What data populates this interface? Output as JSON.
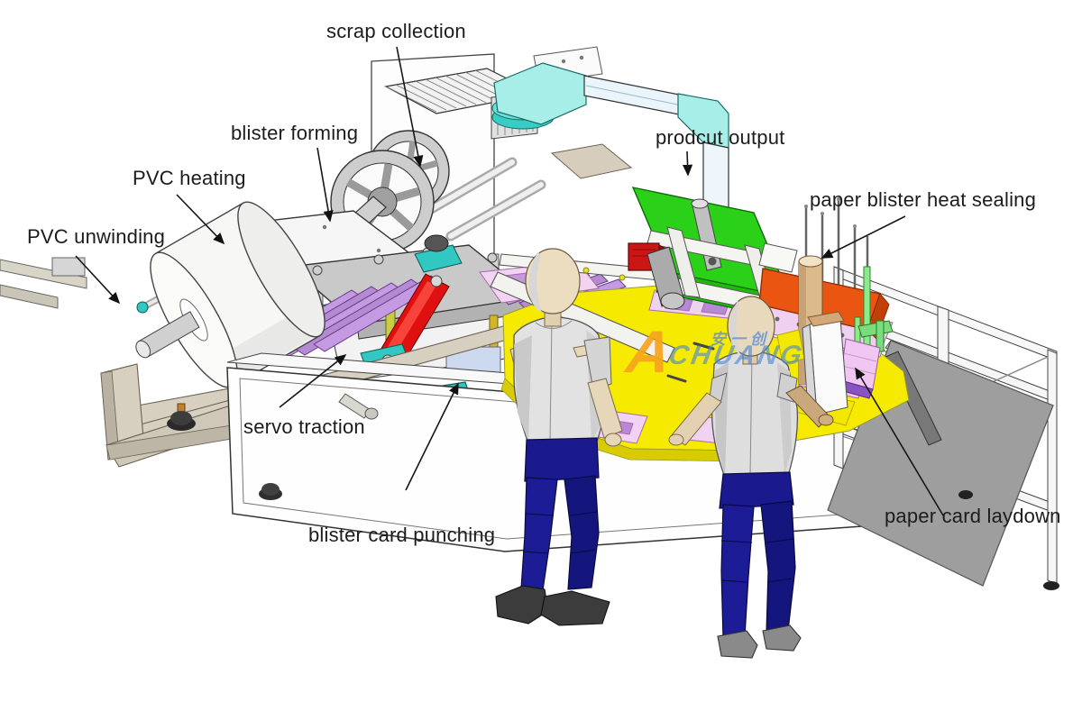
{
  "labels": {
    "scrap_collection": "scrap collection",
    "blister_forming": "blister forming",
    "pvc_heating": "PVC heating",
    "pvc_unwinding": "PVC unwinding",
    "product_output": "prodcut output",
    "paper_blister_heat_sealing": "paper blister heat sealing",
    "servo_traction": "servo traction",
    "blister_card_punching": "blister card punching",
    "paper_card_laydown": "paper card laydown"
  },
  "watermark": {
    "initial": "A",
    "name": "CHUANG",
    "chinese": "安一创"
  },
  "palette": {
    "background": "#ffffff",
    "outline": "#1a1a1a",
    "teal_frame": "#2ec8c0",
    "light_cyan": "#a8eee8",
    "yellow_table": "#f6ea00",
    "green_chute": "#2bd018",
    "orange_sealer": "#ea5512",
    "red_roller": "#e01010",
    "red_motor": "#cc1616",
    "purple_fingers": "#c49ae2",
    "pink_tray": "#f2d2f2",
    "navy_pants": "#1a1a8e",
    "skin_beige": "#e8d8bc",
    "grey_panel": "#9e9e9e",
    "tan_stand": "#d7cfbf",
    "watermark_orange": "#f6a41e",
    "watermark_blue": "#4a86d8"
  }
}
